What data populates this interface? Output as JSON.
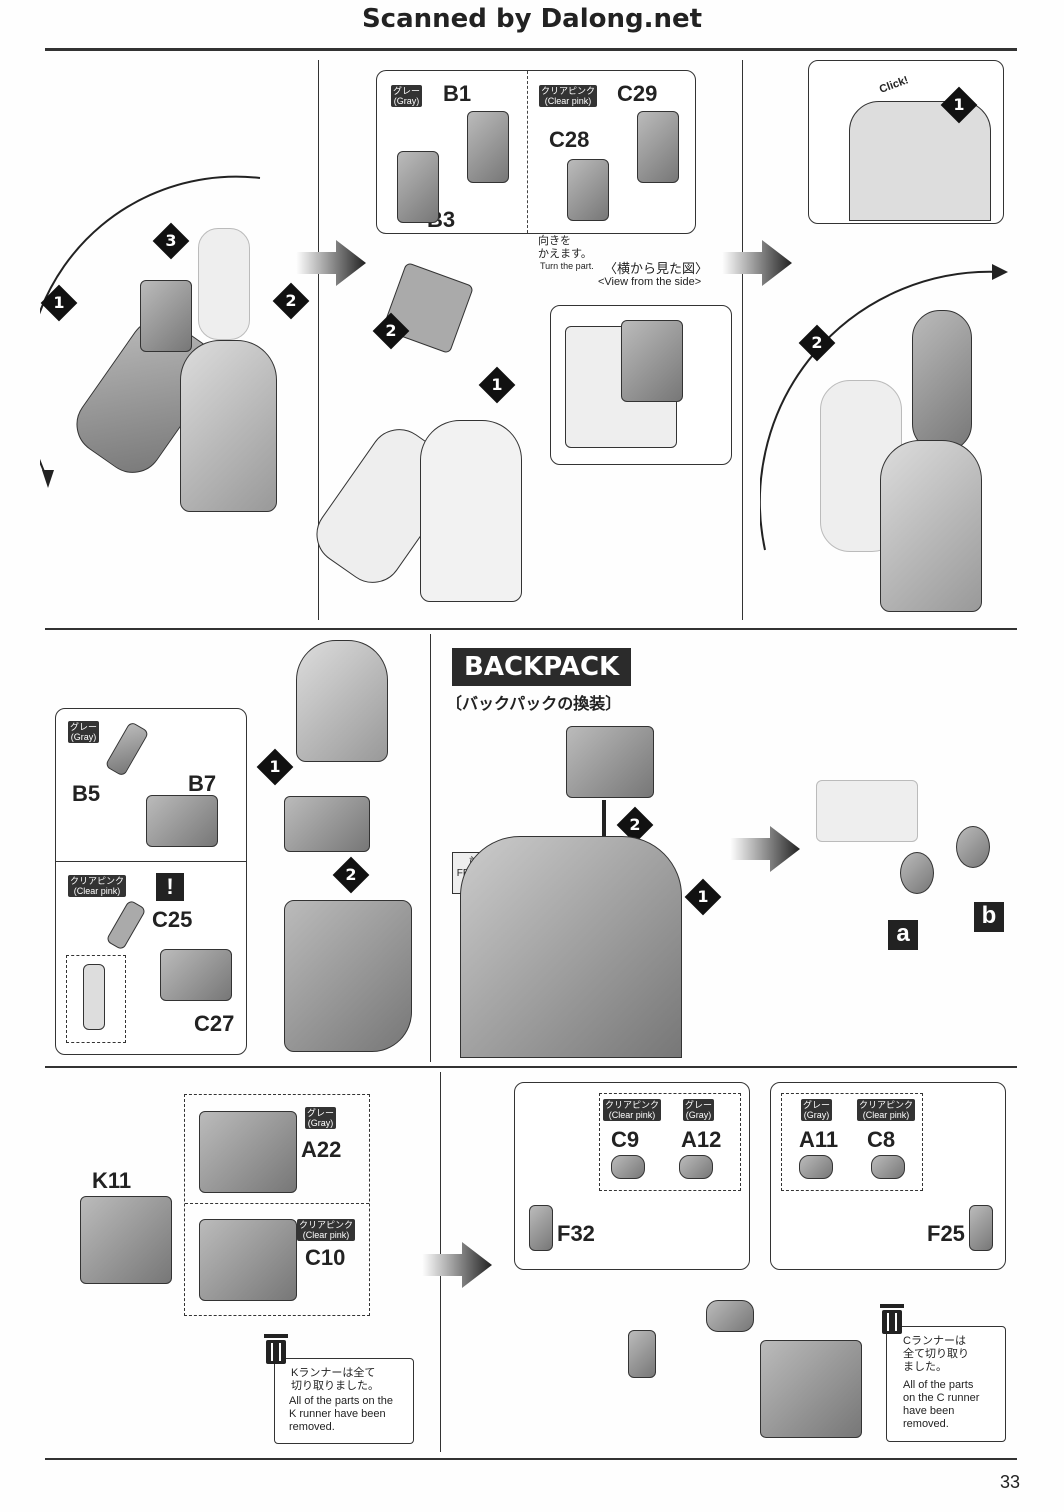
{
  "header": {
    "title": "Scanned by Dalong.net"
  },
  "page_number": "33",
  "colors": {
    "ink": "#222222",
    "gray_part": "#9a9a9a",
    "ghost_part": "#e6e6e6"
  },
  "tags": {
    "gray": "グレー\n(Gray)",
    "clear_pink": "クリアピンク\n(Clear pink)"
  },
  "step1": {
    "inset_gray_codes": [
      "B1",
      "B3"
    ],
    "inset_pink_codes": [
      "C29",
      "C28"
    ],
    "turn_note_jp": "向きを\nかえます。",
    "turn_note_en": "Turn the part.",
    "side_view_jp": "〈横から見た図〉",
    "side_view_en": "<View from the side>",
    "click": "Click!",
    "steps": [
      "1",
      "2",
      "3"
    ]
  },
  "step2": {
    "gray_codes": [
      "B5",
      "B7"
    ],
    "pink_codes": [
      "C25",
      "C27"
    ],
    "warning_icon": "exclamation-icon"
  },
  "backpack": {
    "title": "BACKPACK",
    "subtitle": "〔バックパックの換装〕",
    "front_jp": "前",
    "front_en": "FRONT",
    "labels": [
      "a",
      "b"
    ]
  },
  "step3": {
    "k_code": "K11",
    "gray_code": "A22",
    "pink_code": "C10",
    "k_note_jp": "Kランナーは全て\n切り取りました。",
    "k_note_en": "All of the parts on the\nK runner have been\nremoved."
  },
  "step4": {
    "left_codes": [
      "C9",
      "A12"
    ],
    "right_codes": [
      "A11",
      "C8"
    ],
    "f_left": "F32",
    "f_right": "F25",
    "c_note_jp": "Cランナーは\n全て切り取り\nました。",
    "c_note_en": "All of the parts\non the C runner\nhave been\nremoved."
  }
}
